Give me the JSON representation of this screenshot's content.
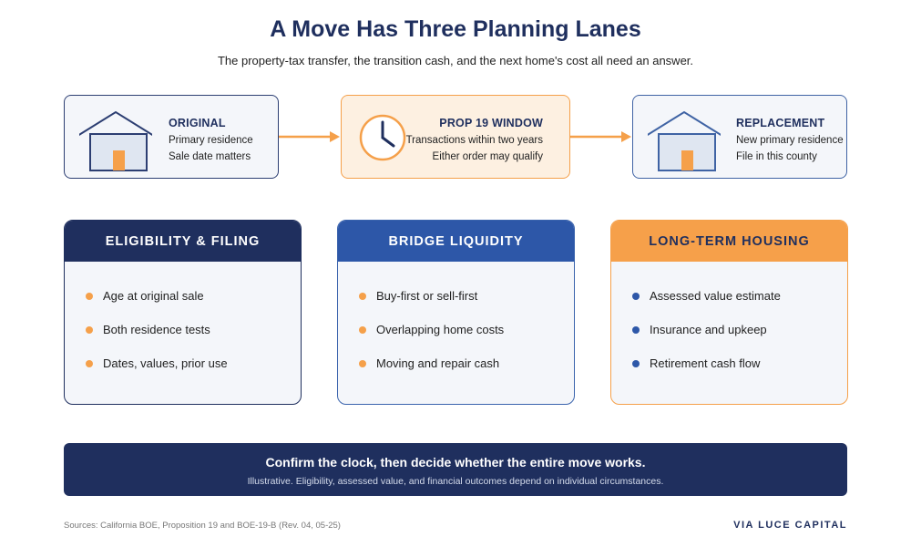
{
  "title": "A Move Has Three Planning Lanes",
  "subtitle": "The property-tax transfer, the transition cash, and the next home's cost all need an answer.",
  "flow": [
    {
      "head": "ORIGINAL",
      "line1": "Primary residence",
      "line2": "Sale date matters",
      "icon": "house-icon"
    },
    {
      "head": "PROP 19 WINDOW",
      "line1": "Transactions within two years",
      "line2": "Either order may qualify",
      "icon": "clock-icon"
    },
    {
      "head": "REPLACEMENT",
      "line1": "New primary residence",
      "line2": "File in this county",
      "icon": "house-icon"
    }
  ],
  "lanes": [
    {
      "title": "ELIGIBILITY & FILING",
      "dot_color": "#f5a04a",
      "items": [
        "Age at original sale",
        "Both residence tests",
        "Dates, values, prior use"
      ]
    },
    {
      "title": "BRIDGE LIQUIDITY",
      "dot_color": "#f5a04a",
      "items": [
        "Buy-first or sell-first",
        "Overlapping home costs",
        "Moving and repair cash"
      ]
    },
    {
      "title": "LONG-TERM HOUSING",
      "dot_color": "#2d57a8",
      "items": [
        "Assessed value estimate",
        "Insurance and upkeep",
        "Retirement cash flow"
      ]
    }
  ],
  "banner": {
    "main": "Confirm the clock, then decide whether the entire move works.",
    "sub": "Illustrative. Eligibility, assessed value, and financial outcomes depend on individual circumstances."
  },
  "footer": {
    "sources": "Sources: California BOE, Proposition 19 and BOE-19-B (Rev. 04, 05-25)",
    "brand": "VIA LUCE CAPITAL"
  },
  "colors": {
    "navy": "#1f2f5e",
    "blue": "#2d57a8",
    "orange": "#f5a04a"
  }
}
